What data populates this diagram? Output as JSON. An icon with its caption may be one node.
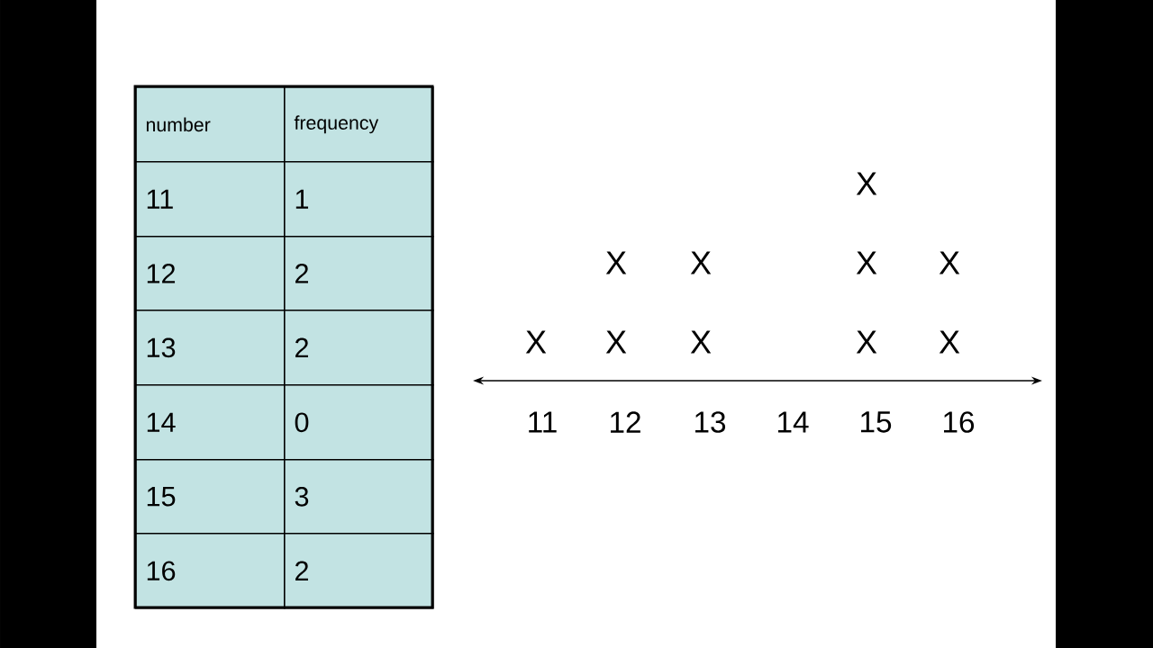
{
  "diagram": {
    "labels": [
      "number",
      "frequency",
      "11",
      "1",
      "12",
      "2",
      "13",
      "2",
      "14",
      "0",
      "15",
      "3",
      "16",
      "2",
      "X",
      "X",
      "X",
      "X",
      "X",
      "X",
      "X",
      "X",
      "X",
      "X",
      "11",
      "12",
      "13",
      "14",
      "15",
      "16"
    ]
  }
}
